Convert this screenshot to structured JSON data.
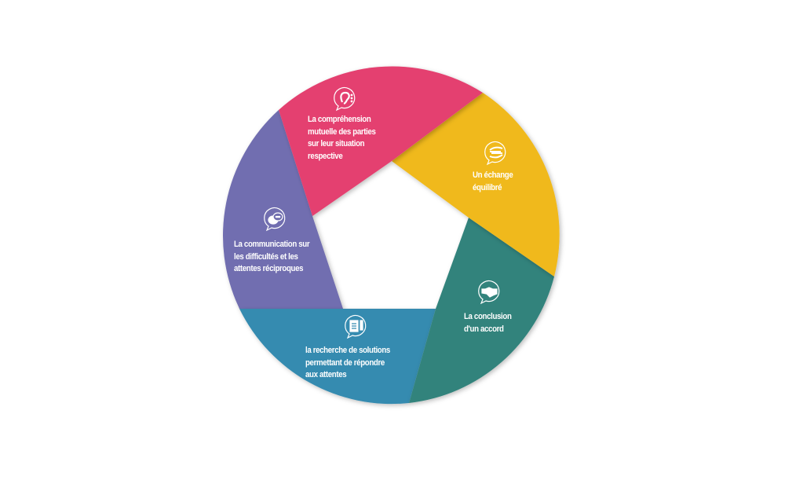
{
  "colors": {
    "pink": "#e4416f",
    "yellow": "#f0b91e",
    "teal": "#33837c",
    "blue": "#348bb0",
    "purple": "#716eb0"
  },
  "segments": [
    {
      "id": "pink",
      "icon": "ear-icon",
      "lines": [
        "La compréhension",
        "mutuelle des parties",
        "sur leur situation",
        "respective"
      ]
    },
    {
      "id": "yellow",
      "icon": "exchange-hands-icon",
      "lines": [
        "Un échange",
        "équilibré"
      ]
    },
    {
      "id": "teal",
      "icon": "handshake-icon",
      "lines": [
        "La conclusion",
        "d'un accord"
      ]
    },
    {
      "id": "blue",
      "icon": "clipboard-icon",
      "lines": [
        "la recherche de solutions",
        "permettant de répondre",
        "aux attentes"
      ]
    },
    {
      "id": "purple",
      "icon": "chat-bubbles-icon",
      "lines": [
        "La communication sur",
        "les difficultés et les",
        "attentes réciproques"
      ]
    }
  ]
}
